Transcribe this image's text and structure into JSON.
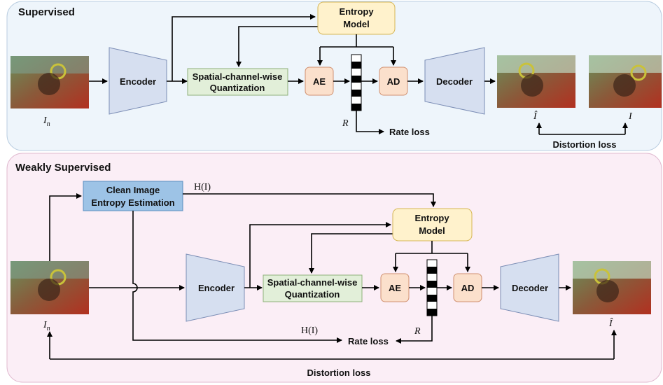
{
  "sections": {
    "supervised": {
      "title": "Supervised"
    },
    "weakly": {
      "title": "Weakly Supervised"
    }
  },
  "blocks": {
    "encoder": "Encoder",
    "decoder": "Decoder",
    "quant_line1": "Spatial-channel-wise",
    "quant_line2": "Quantization",
    "ae": "AE",
    "ad": "AD",
    "entropy_line1": "Entropy",
    "entropy_line2": "Model",
    "clean_line1": "Clean Image",
    "clean_line2": "Entropy Estimation"
  },
  "labels": {
    "rate_loss": "Rate loss",
    "distortion_loss": "Distortion loss",
    "R": "R",
    "In": "I",
    "In_sub": "n",
    "Ihat": "Î",
    "I": "I",
    "HI": "H(I)"
  },
  "colors": {
    "supervised_bg": "#eef5fb",
    "weakly_bg": "#fbeef6",
    "encoder_fill": "#d6dff0",
    "quant_fill": "#e2efd9",
    "coder_fill": "#fbe0cc",
    "entropy_fill": "#fff2cc",
    "clean_fill": "#9dc3e6"
  }
}
